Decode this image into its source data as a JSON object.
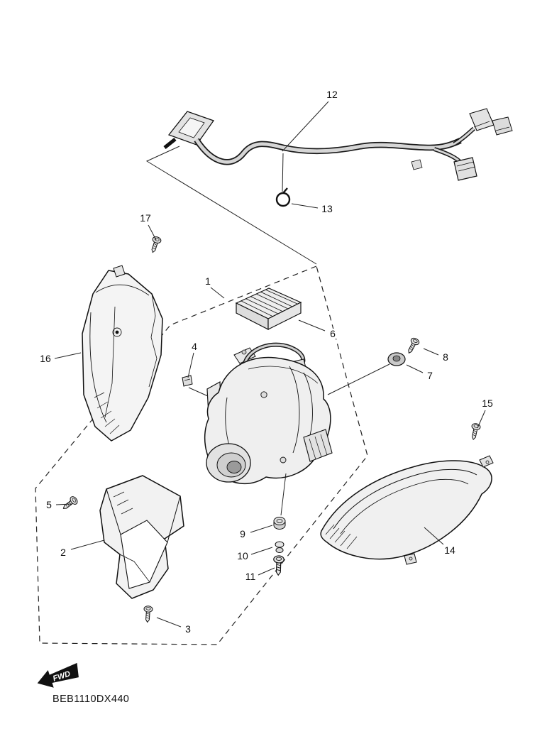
{
  "colors": {
    "background": "#ffffff",
    "ink": "#111111"
  },
  "diagram": {
    "code": "BEB1110DX440",
    "fwd_label": "FWD",
    "callouts": [
      "1",
      "2",
      "3",
      "4",
      "5",
      "6",
      "7",
      "8",
      "9",
      "10",
      "11",
      "12",
      "13",
      "14",
      "15",
      "16",
      "17"
    ]
  }
}
